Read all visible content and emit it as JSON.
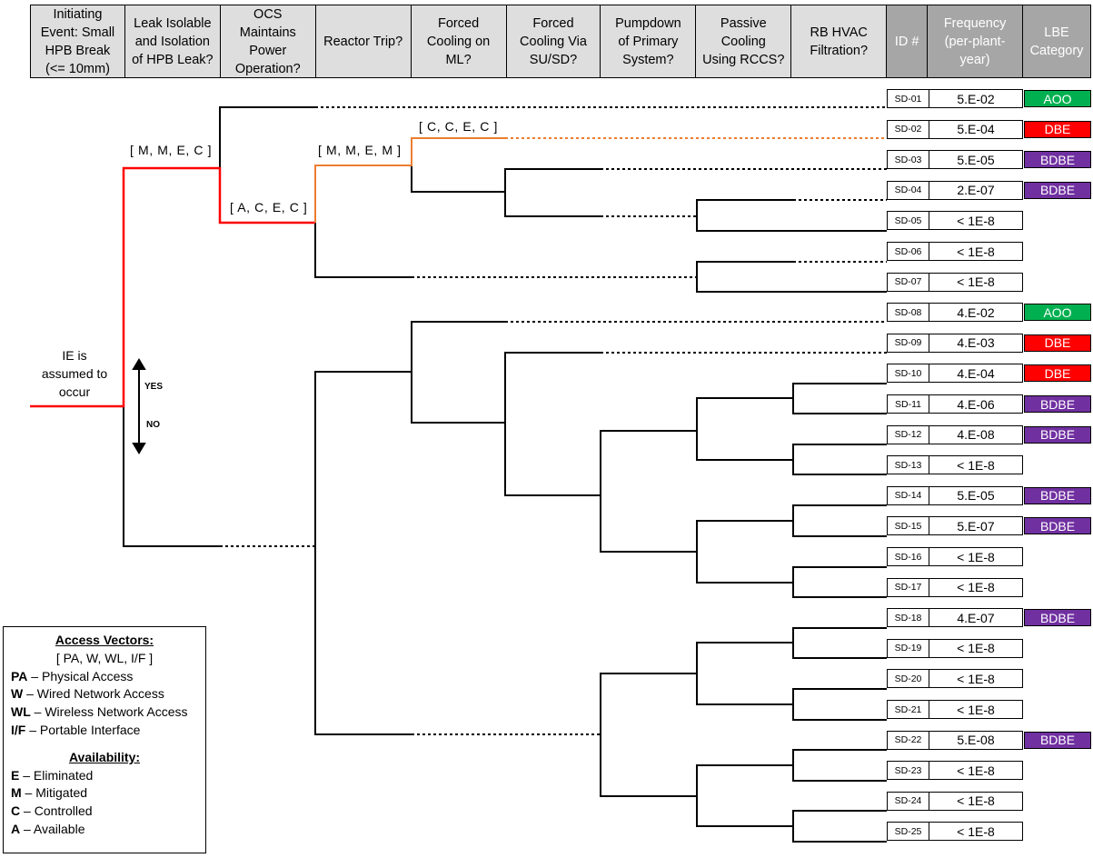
{
  "header": {
    "columns": [
      {
        "key": "ie",
        "label": "Initiating\nEvent: Small\nHPB Break\n(<= 10mm)"
      },
      {
        "key": "leak",
        "label": "Leak Isolable\nand Isolation\nof HPB Leak?"
      },
      {
        "key": "ocs",
        "label": "OCS\nMaintains\nPower\nOperation?"
      },
      {
        "key": "trip",
        "label": "Reactor Trip?"
      },
      {
        "key": "ml",
        "label": "Forced\nCooling on\nML?"
      },
      {
        "key": "susd",
        "label": "Forced\nCooling Via\nSU/SD?"
      },
      {
        "key": "pumpdown",
        "label": "Pumpdown\nof Primary\nSystem?"
      },
      {
        "key": "rccs",
        "label": "Passive\nCooling\nUsing RCCS?"
      },
      {
        "key": "hvac",
        "label": "RB HVAC\nFiltration?"
      },
      {
        "key": "id",
        "label": "ID #"
      },
      {
        "key": "freq",
        "label": "Frequency\n(per-plant-\nyear)"
      },
      {
        "key": "lbe",
        "label": "LBE\nCategory"
      }
    ]
  },
  "initiating_event": {
    "label": "IE is\nassumed to\noccur"
  },
  "direction": {
    "yes": "YES",
    "no": "NO"
  },
  "branch_labels": [
    {
      "id": "leak-yes",
      "text": "[ M, M, E, C ]"
    },
    {
      "id": "leak-no",
      "text": "[ A, C, E, C ]"
    },
    {
      "id": "trip-no",
      "text": "[ M, M, E, M ]"
    },
    {
      "id": "ml-no",
      "text": "[ C, C, E, C ]"
    }
  ],
  "colors": {
    "path_red": "#ff0000",
    "path_orange": "#ed7d31",
    "AOO": "#00b050",
    "DBE": "#ff0000",
    "BDBE": "#7030a0",
    "header_bg": "#dedede",
    "header_result_bg": "#a6a6a6"
  },
  "sequences": [
    {
      "id": "SD-01",
      "freq": "5.E-02",
      "lbe": "AOO"
    },
    {
      "id": "SD-02",
      "freq": "5.E-04",
      "lbe": "DBE"
    },
    {
      "id": "SD-03",
      "freq": "5.E-05",
      "lbe": "BDBE"
    },
    {
      "id": "SD-04",
      "freq": "2.E-07",
      "lbe": "BDBE"
    },
    {
      "id": "SD-05",
      "freq": "< 1E-8",
      "lbe": ""
    },
    {
      "id": "SD-06",
      "freq": "< 1E-8",
      "lbe": ""
    },
    {
      "id": "SD-07",
      "freq": "< 1E-8",
      "lbe": ""
    },
    {
      "id": "SD-08",
      "freq": "4.E-02",
      "lbe": "AOO"
    },
    {
      "id": "SD-09",
      "freq": "4.E-03",
      "lbe": "DBE"
    },
    {
      "id": "SD-10",
      "freq": "4.E-04",
      "lbe": "DBE"
    },
    {
      "id": "SD-11",
      "freq": "4.E-06",
      "lbe": "BDBE"
    },
    {
      "id": "SD-12",
      "freq": "4.E-08",
      "lbe": "BDBE"
    },
    {
      "id": "SD-13",
      "freq": "< 1E-8",
      "lbe": ""
    },
    {
      "id": "SD-14",
      "freq": "5.E-05",
      "lbe": "BDBE"
    },
    {
      "id": "SD-15",
      "freq": "5.E-07",
      "lbe": "BDBE"
    },
    {
      "id": "SD-16",
      "freq": "< 1E-8",
      "lbe": ""
    },
    {
      "id": "SD-17",
      "freq": "< 1E-8",
      "lbe": ""
    },
    {
      "id": "SD-18",
      "freq": "4.E-07",
      "lbe": "BDBE"
    },
    {
      "id": "SD-19",
      "freq": "< 1E-8",
      "lbe": ""
    },
    {
      "id": "SD-20",
      "freq": "< 1E-8",
      "lbe": ""
    },
    {
      "id": "SD-21",
      "freq": "< 1E-8",
      "lbe": ""
    },
    {
      "id": "SD-22",
      "freq": "5.E-08",
      "lbe": "BDBE"
    },
    {
      "id": "SD-23",
      "freq": "< 1E-8",
      "lbe": ""
    },
    {
      "id": "SD-24",
      "freq": "< 1E-8",
      "lbe": ""
    },
    {
      "id": "SD-25",
      "freq": "< 1E-8",
      "lbe": ""
    }
  ],
  "legend": {
    "access_title": "Access Vectors:",
    "access_set": "[ PA, W, WL, I/F ]",
    "access_items": [
      {
        "abbr": "PA",
        "desc": "Physical Access"
      },
      {
        "abbr": "W",
        "desc": "Wired Network Access"
      },
      {
        "abbr": "WL",
        "desc": "Wireless Network Access"
      },
      {
        "abbr": "I/F",
        "desc": "Portable Interface"
      }
    ],
    "availability_title": "Availability:",
    "availability_items": [
      {
        "abbr": "E",
        "desc": "Eliminated"
      },
      {
        "abbr": "M",
        "desc": "Mitigated"
      },
      {
        "abbr": "C",
        "desc": "Controlled"
      },
      {
        "abbr": "A",
        "desc": "Available"
      }
    ]
  }
}
